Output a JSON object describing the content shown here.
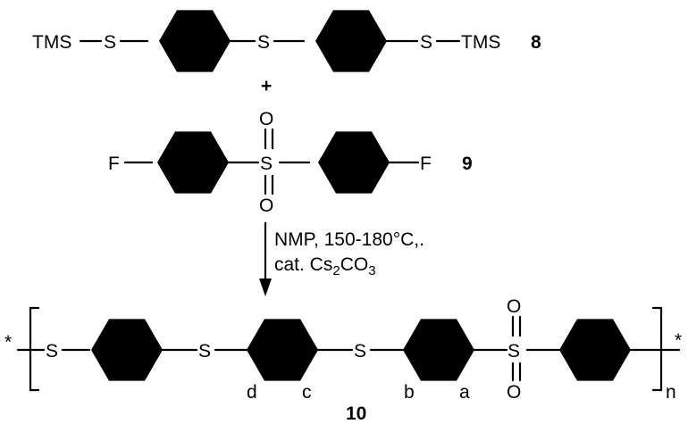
{
  "compound_8": {
    "label": "8",
    "left_group": "TMS",
    "right_group": "TMS",
    "sulfur_left": "S",
    "sulfur_mid": "S",
    "sulfur_right": "S"
  },
  "plus_sign": "+",
  "compound_9": {
    "label": "9",
    "fluorine_left": "F",
    "fluorine_right": "F",
    "sulfur": "S",
    "oxygen_top": "O",
    "oxygen_bottom": "O"
  },
  "conditions": {
    "line1": "NMP, 150-180°C,.",
    "line2_prefix": "cat. Cs",
    "line2_sub1": "2",
    "line2_mid": "CO",
    "line2_sub2": "3"
  },
  "polymer_10": {
    "label": "10",
    "end_left": "*",
    "end_right": "*",
    "repeat_subscript": "n",
    "sulfur_1": "S",
    "sulfur_2": "S",
    "sulfur_3": "S",
    "sulfonyl_sulfur": "S",
    "oxygen_top": "O",
    "oxygen_bottom": "O",
    "proton_labels": [
      "d",
      "c",
      "b",
      "a"
    ]
  }
}
